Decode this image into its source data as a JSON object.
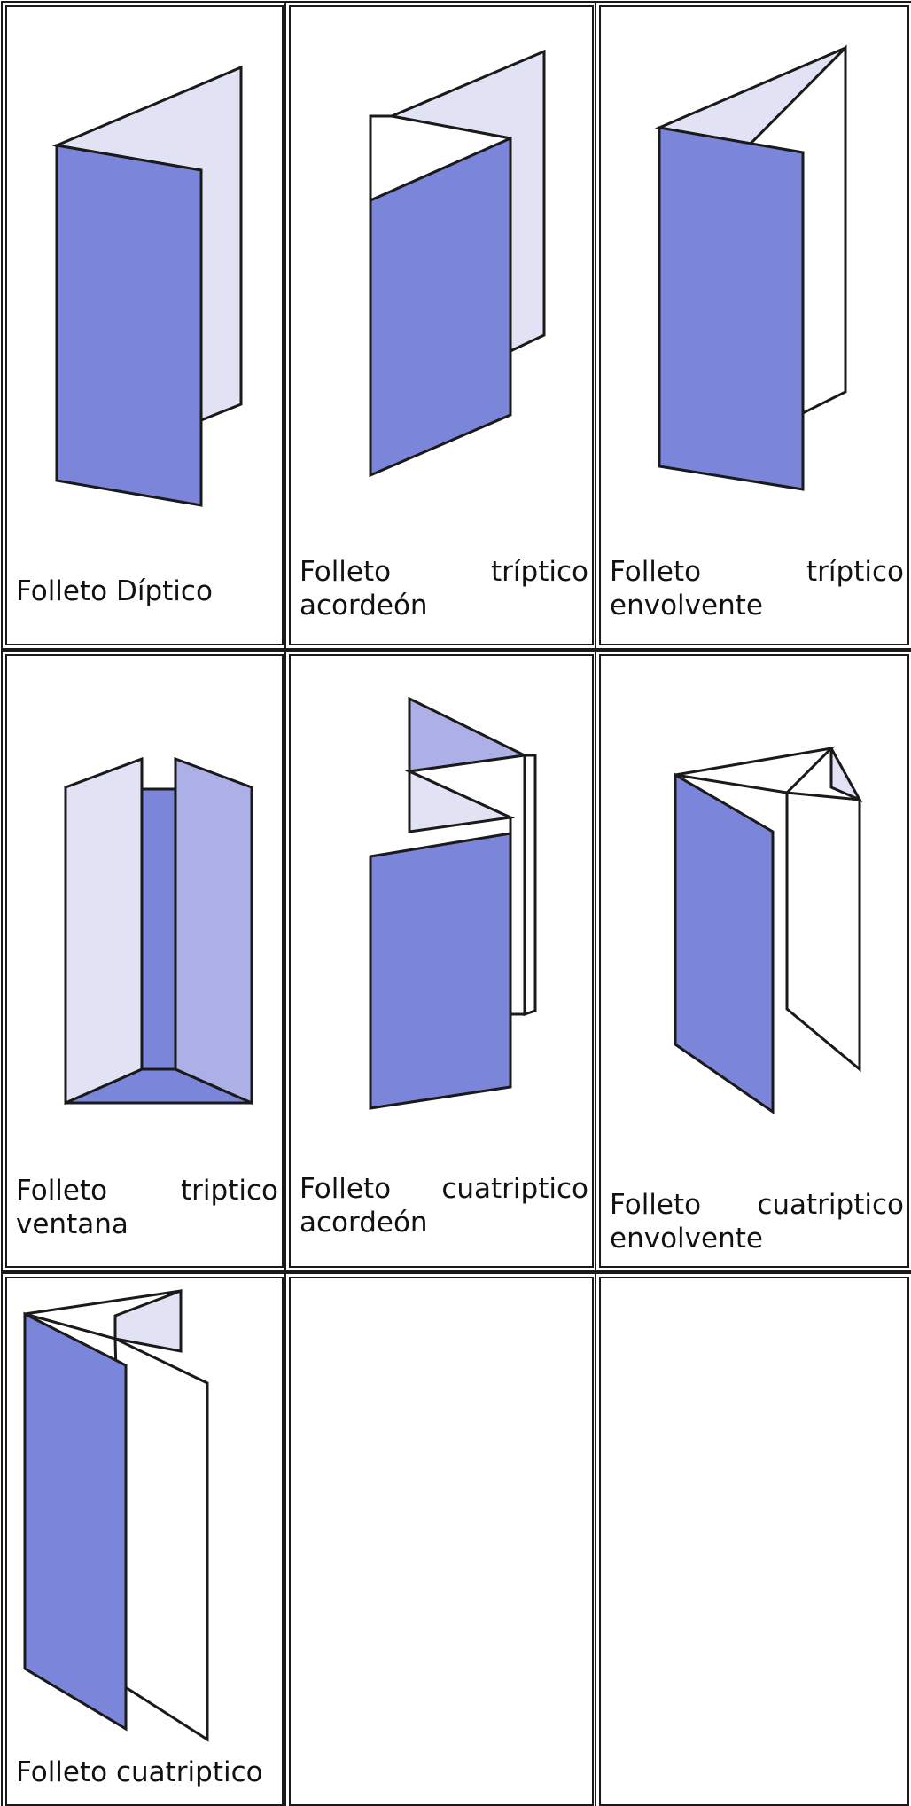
{
  "colors": {
    "front_panel": "#7b85d9",
    "light_panel": "#e1e3f4",
    "mid_panel": "#acb0e6",
    "white_panel": "#ffffff",
    "stroke": "#1a1a1a"
  },
  "cells": [
    {
      "icon": "diptych-fold-icon",
      "caption": [
        "Folleto Díptico"
      ]
    },
    {
      "icon": "accordion-triptych-icon",
      "caption": [
        "Folleto",
        "tríptico",
        "acordeón"
      ]
    },
    {
      "icon": "wrap-triptych-icon",
      "caption": [
        "Folleto",
        "tríptico",
        "envolvente"
      ]
    },
    {
      "icon": "window-triptych-icon",
      "caption": [
        "Folleto",
        "triptico",
        "ventana"
      ]
    },
    {
      "icon": "accordion-quadriptych-icon",
      "caption": [
        "Folleto",
        "cuatriptico",
        "acordeón"
      ]
    },
    {
      "icon": "wrap-quadriptych-icon",
      "caption": [
        "Folleto",
        "cuatriptico",
        "envolvente"
      ]
    },
    {
      "icon": "quadriptych-icon",
      "caption": [
        "Folleto cuatriptico"
      ]
    }
  ]
}
